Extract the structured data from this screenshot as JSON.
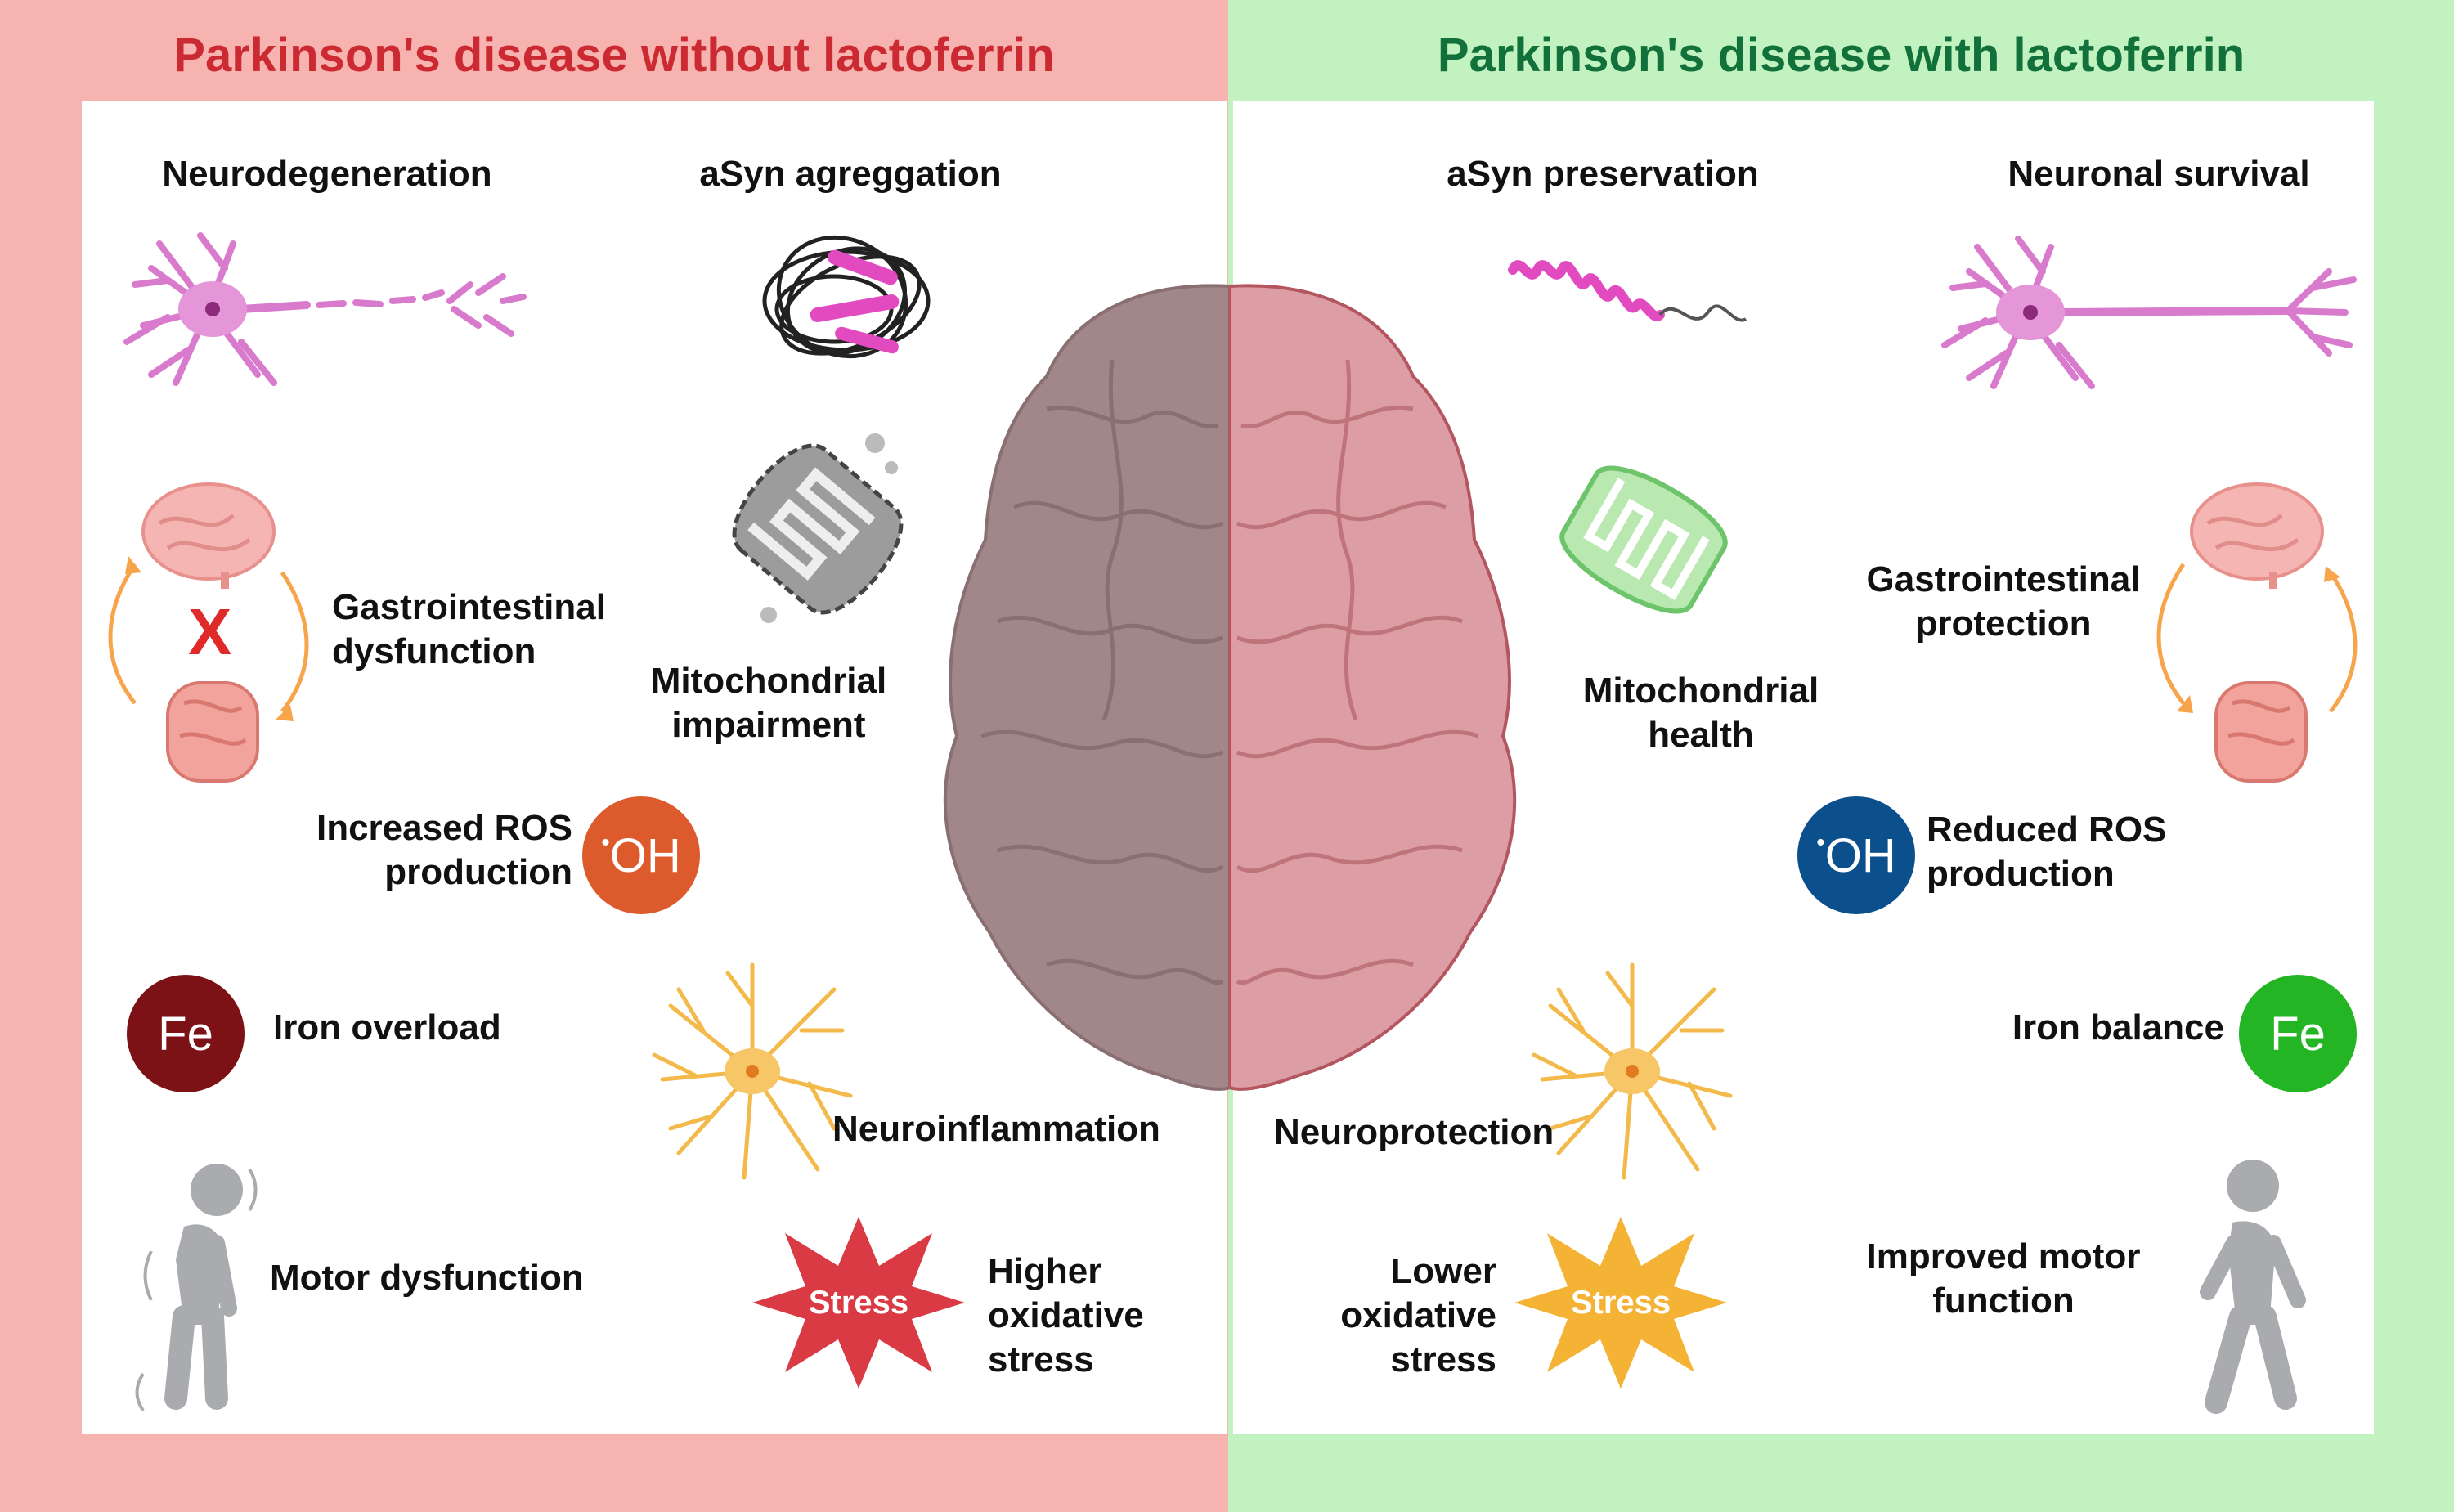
{
  "left": {
    "title": "Parkinson's disease without lactoferrin",
    "neurodegeneration": "Neurodegeneration",
    "asyn": "aSyn agreggation",
    "gi_line1": "Gastrointestinal",
    "gi_line2": "dysfunction",
    "gi_mark": "X",
    "mito_line1": "Mitochondrial",
    "mito_line2": "impairment",
    "ros_line1": "Increased ROS",
    "ros_line2": "production",
    "ros_symbol": "OH",
    "iron_symbol": "Fe",
    "iron": "Iron overload",
    "neuroinflammation": "Neuroinflammation",
    "motor": "Motor dysfunction",
    "stress_badge": "Stress",
    "stress_line1": "Higher",
    "stress_line2": "oxidative",
    "stress_line3": "stress"
  },
  "right": {
    "title": "Parkinson's disease with lactoferrin",
    "asyn": "aSyn preservation",
    "neuronal": "Neuronal survival",
    "mito_line1": "Mitochondrial",
    "mito_line2": "health",
    "gi_line1": "Gastrointestinal",
    "gi_line2": "protection",
    "ros_symbol": "OH",
    "ros_line1": "Reduced ROS",
    "ros_line2": "production",
    "iron": "Iron balance",
    "iron_symbol": "Fe",
    "neuroprotection": "Neuroprotection",
    "stress_line1": "Lower",
    "stress_line2": "oxidative",
    "stress_line3": "stress",
    "stress_badge": "Stress",
    "motor_line1": "Improved motor",
    "motor_line2": "function"
  },
  "colors": {
    "left_bg": "#f7b3b0",
    "right_bg": "#c2f2c0",
    "left_title": "#cc2a33",
    "right_title": "#12703a",
    "ros_left": "#dd5a2c",
    "ros_right": "#0b4f8c",
    "iron_left": "#7d1216",
    "iron_right": "#23b523",
    "stress_left": "#d93a44",
    "stress_right": "#f5b335",
    "neuron": "#d97bcc",
    "astrocyte": "#f3b94b",
    "person": "#a9abae"
  }
}
